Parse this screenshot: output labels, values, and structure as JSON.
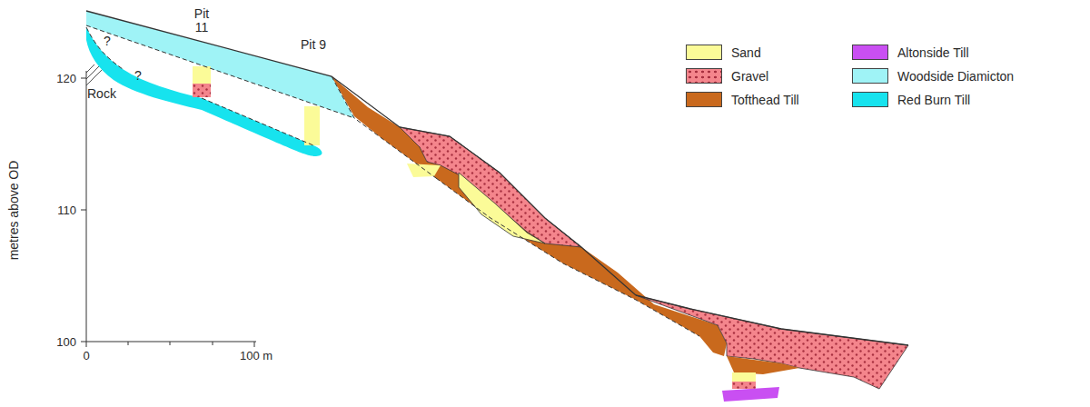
{
  "diagram": {
    "labels": [
      "Pit 11",
      "Pit 9",
      "Rock",
      "?",
      "?",
      "120",
      "110",
      "100",
      "metres above OD",
      "0",
      "100 m"
    ],
    "legend": [
      {
        "text": "Sand",
        "color": "#fbfb98"
      },
      {
        "text": "Gravel",
        "color": "#f4858c"
      },
      {
        "text": "Tofthead Till",
        "color": "#c9691d"
      },
      {
        "text": "Altonside Till",
        "color": "#c94ff2"
      },
      {
        "text": "Woodside Diamicton",
        "color": "#9ff3f6"
      },
      {
        "text": "Red Burn Till",
        "color": "#17e3ee"
      }
    ]
  }
}
